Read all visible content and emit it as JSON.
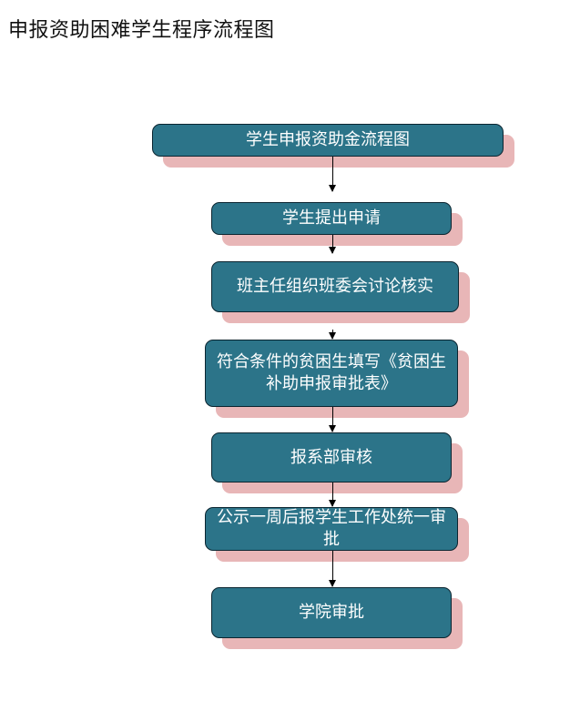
{
  "title": "申报资助困难学生程序流程图",
  "steps": [
    "学生申报资助金流程图",
    "学生提出申请",
    "班主任组织班委会讨论核实",
    "符合条件的贫困生填写《贫困生补助申报审批表》",
    "报系部审核",
    "公示一周后报学生工作处统一审批",
    "学院审批"
  ],
  "colors": {
    "box_fill": "#2c7489",
    "box_border": "#0b2530",
    "box_shadow": "#e8b6b7",
    "box_text": "#ffffff"
  }
}
